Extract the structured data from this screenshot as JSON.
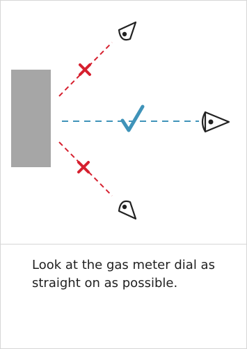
{
  "caption": {
    "text": "Look at the gas meter dial as straight on as possible."
  },
  "diagram": {
    "colors": {
      "meter_face": "#a6a6a6",
      "wrong_angle_line": "#d6202f",
      "correct_line": "#3f93b9",
      "eye_stroke": "#222222"
    },
    "views": [
      {
        "angle": "upper-oblique",
        "correct": false,
        "mark": "cross-icon"
      },
      {
        "angle": "straight-on",
        "correct": true,
        "mark": "check-icon"
      },
      {
        "angle": "lower-oblique",
        "correct": false,
        "mark": "cross-icon"
      }
    ]
  }
}
